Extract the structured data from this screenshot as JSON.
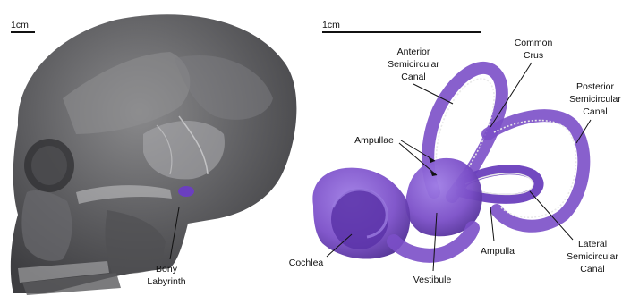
{
  "left_panel": {
    "scale_bar_label": "1cm",
    "labels": {
      "bony_labyrinth_line1": "Bony",
      "bony_labyrinth_line2": "Labyrinth"
    }
  },
  "right_panel": {
    "scale_bar_label": "1cm",
    "labels": {
      "anterior_line1": "Anterior",
      "anterior_line2": "Semicircular",
      "anterior_line3": "Canal",
      "common_crus_line1": "Common",
      "common_crus_line2": "Crus",
      "posterior_line1": "Posterior",
      "posterior_line2": "Semicircular",
      "posterior_line3": "Canal",
      "ampullae": "Ampullae",
      "cochlea": "Cochlea",
      "vestibule": "Vestibule",
      "ampulla": "Ampulla",
      "lateral_line1": "Lateral",
      "lateral_line2": "Semicircular",
      "lateral_line3": "Canal"
    }
  },
  "colors": {
    "skull_dark": "#4a4a4c",
    "skull_light": "#bdbdbd",
    "labyrinth_purple": "#7b4fc8",
    "labyrinth_dark": "#4b2a8f",
    "centerline": "#e8e8e8"
  }
}
